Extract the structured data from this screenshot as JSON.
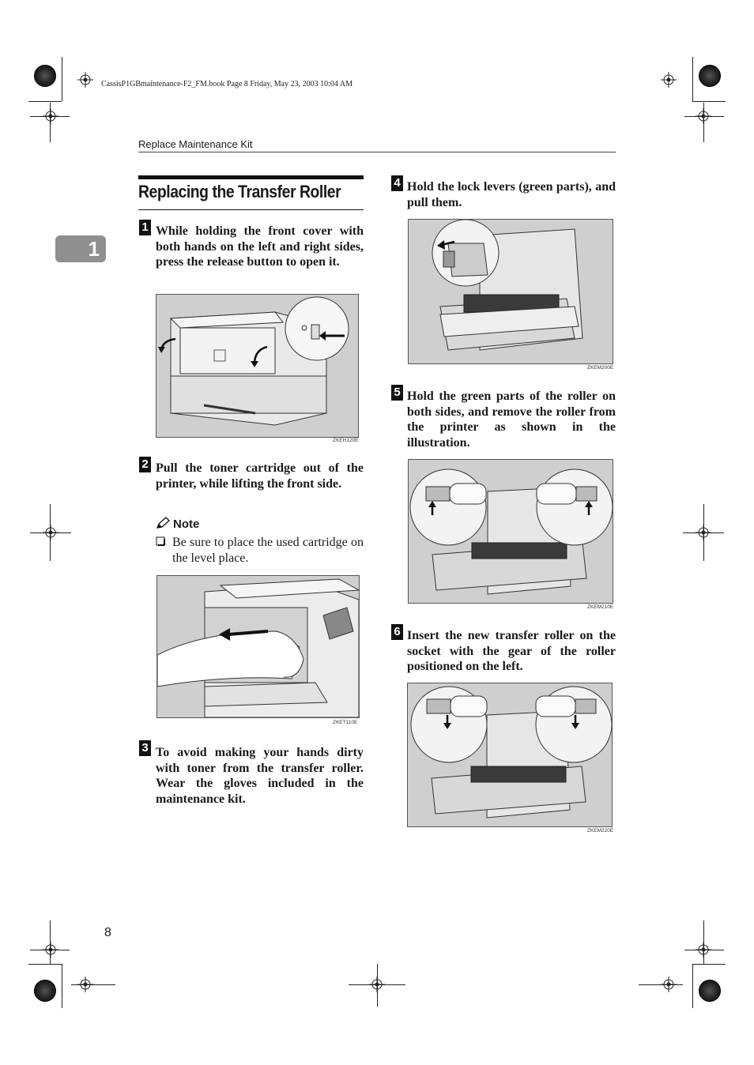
{
  "book_info": "CassisP1GBmaintenance-F2_FM.book  Page 8  Friday, May 23, 2003  10:04 AM",
  "running_head": "Replace Maintenance Kit",
  "chapter_tab": "1",
  "section_title": "Replacing the Transfer Roller",
  "steps": [
    {
      "number": "1",
      "text": "While holding the front cover with both hands on the left and right sides, press the release button to open it."
    },
    {
      "number": "2",
      "text": "Pull the toner cartridge out of the printer, while lifting the front side."
    },
    {
      "number": "3",
      "text": "To avoid making your hands dirty with toner from the transfer roller. Wear the gloves included in the maintenance kit."
    },
    {
      "number": "4",
      "text": "Hold the lock levers (green parts), and pull them."
    },
    {
      "number": "5",
      "text": "Hold the green parts of the roller on both sides, and remove the roller from the printer as shown in the illustration."
    },
    {
      "number": "6",
      "text": "Insert the new transfer roller on the socket with the gear of the roller positioned on the left."
    }
  ],
  "note": {
    "icon": "pencil-icon",
    "heading": "Note",
    "bullet_icon": "checkbox-bullet-icon",
    "item": "Be sure to place the used cartridge on the level place."
  },
  "figures": {
    "open_cover": "ZKEH120E",
    "pull_cartridge": "ZKET110E",
    "lock_levers": "ZKEM200E",
    "remove_roller": "ZKEM210E",
    "insert_roller": "ZKEM220E"
  },
  "page_number": "8",
  "colors": {
    "figure_bg": "#cfcfcf",
    "chapter_tab": "#8f8f8f",
    "text": "#1a1a1a"
  }
}
